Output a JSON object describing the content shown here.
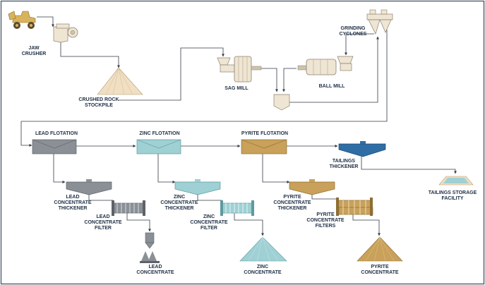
{
  "labels": {
    "jaw_crusher": [
      "JAW",
      "CRUSHER"
    ],
    "crushed_rock_stockpile": [
      "CRUSHED ROCK",
      "STOCKPILE"
    ],
    "sag_mill": [
      "SAG MILL"
    ],
    "ball_mill": [
      "BALL MILL"
    ],
    "grinding_cyclones": [
      "GRINDING",
      "CYCLONES"
    ],
    "lead_flotation": [
      "LEAD FLOTATION"
    ],
    "zinc_flotation": [
      "ZINC FLOTATION"
    ],
    "pyrite_flotation": [
      "PYRITE FLOTATION"
    ],
    "tailings_thickener": [
      "TAILINGS",
      "THICKENER"
    ],
    "tailings_storage_facility": [
      "TAILINGS STORAGE",
      "FACILITY"
    ],
    "lead_concentrate_thickener": [
      "LEAD",
      "CONCENTRATE",
      "THICKENER"
    ],
    "lead_concentrate_filter": [
      "LEAD",
      "CONCENTRATE",
      "FILTER"
    ],
    "lead_concentrate": [
      "LEAD",
      "CONCENTRATE"
    ],
    "zinc_concentrate_thickener": [
      "ZINC",
      "CONCENTRATE",
      "THICKENER"
    ],
    "zinc_concentrate_filter": [
      "ZINC",
      "CONCENTRATE",
      "FILTER"
    ],
    "zinc_concentrate": [
      "ZINC",
      "CONCENTRATE"
    ],
    "pyrite_concentrate_thickener": [
      "PYRITE",
      "CONCENTRATE",
      "THICKENER"
    ],
    "pyrite_concentrate_filters": [
      "PYRITE",
      "CONCENTRATE",
      "FILTERS"
    ],
    "pyrite_concentrate": [
      "PYRITE",
      "CONCENTRATE"
    ]
  },
  "colors": {
    "lead": "#8a9096",
    "zinc": "#9fd0d4",
    "pyrite": "#c9a15a",
    "tailings": "#2f6da5",
    "equipment": "#efe5d3",
    "equipment_stroke": "#8c8070",
    "stockpile": "#f0dfc2",
    "loader": "#d9b35c",
    "line": "#333a44",
    "text": "#1f2f45"
  },
  "icons": [
    "loader-icon",
    "jaw-crusher-icon",
    "sag-mill-icon",
    "ball-mill-icon",
    "cyclones-icon",
    "sump-icon",
    "filter-press-icon",
    "silo-icon"
  ]
}
